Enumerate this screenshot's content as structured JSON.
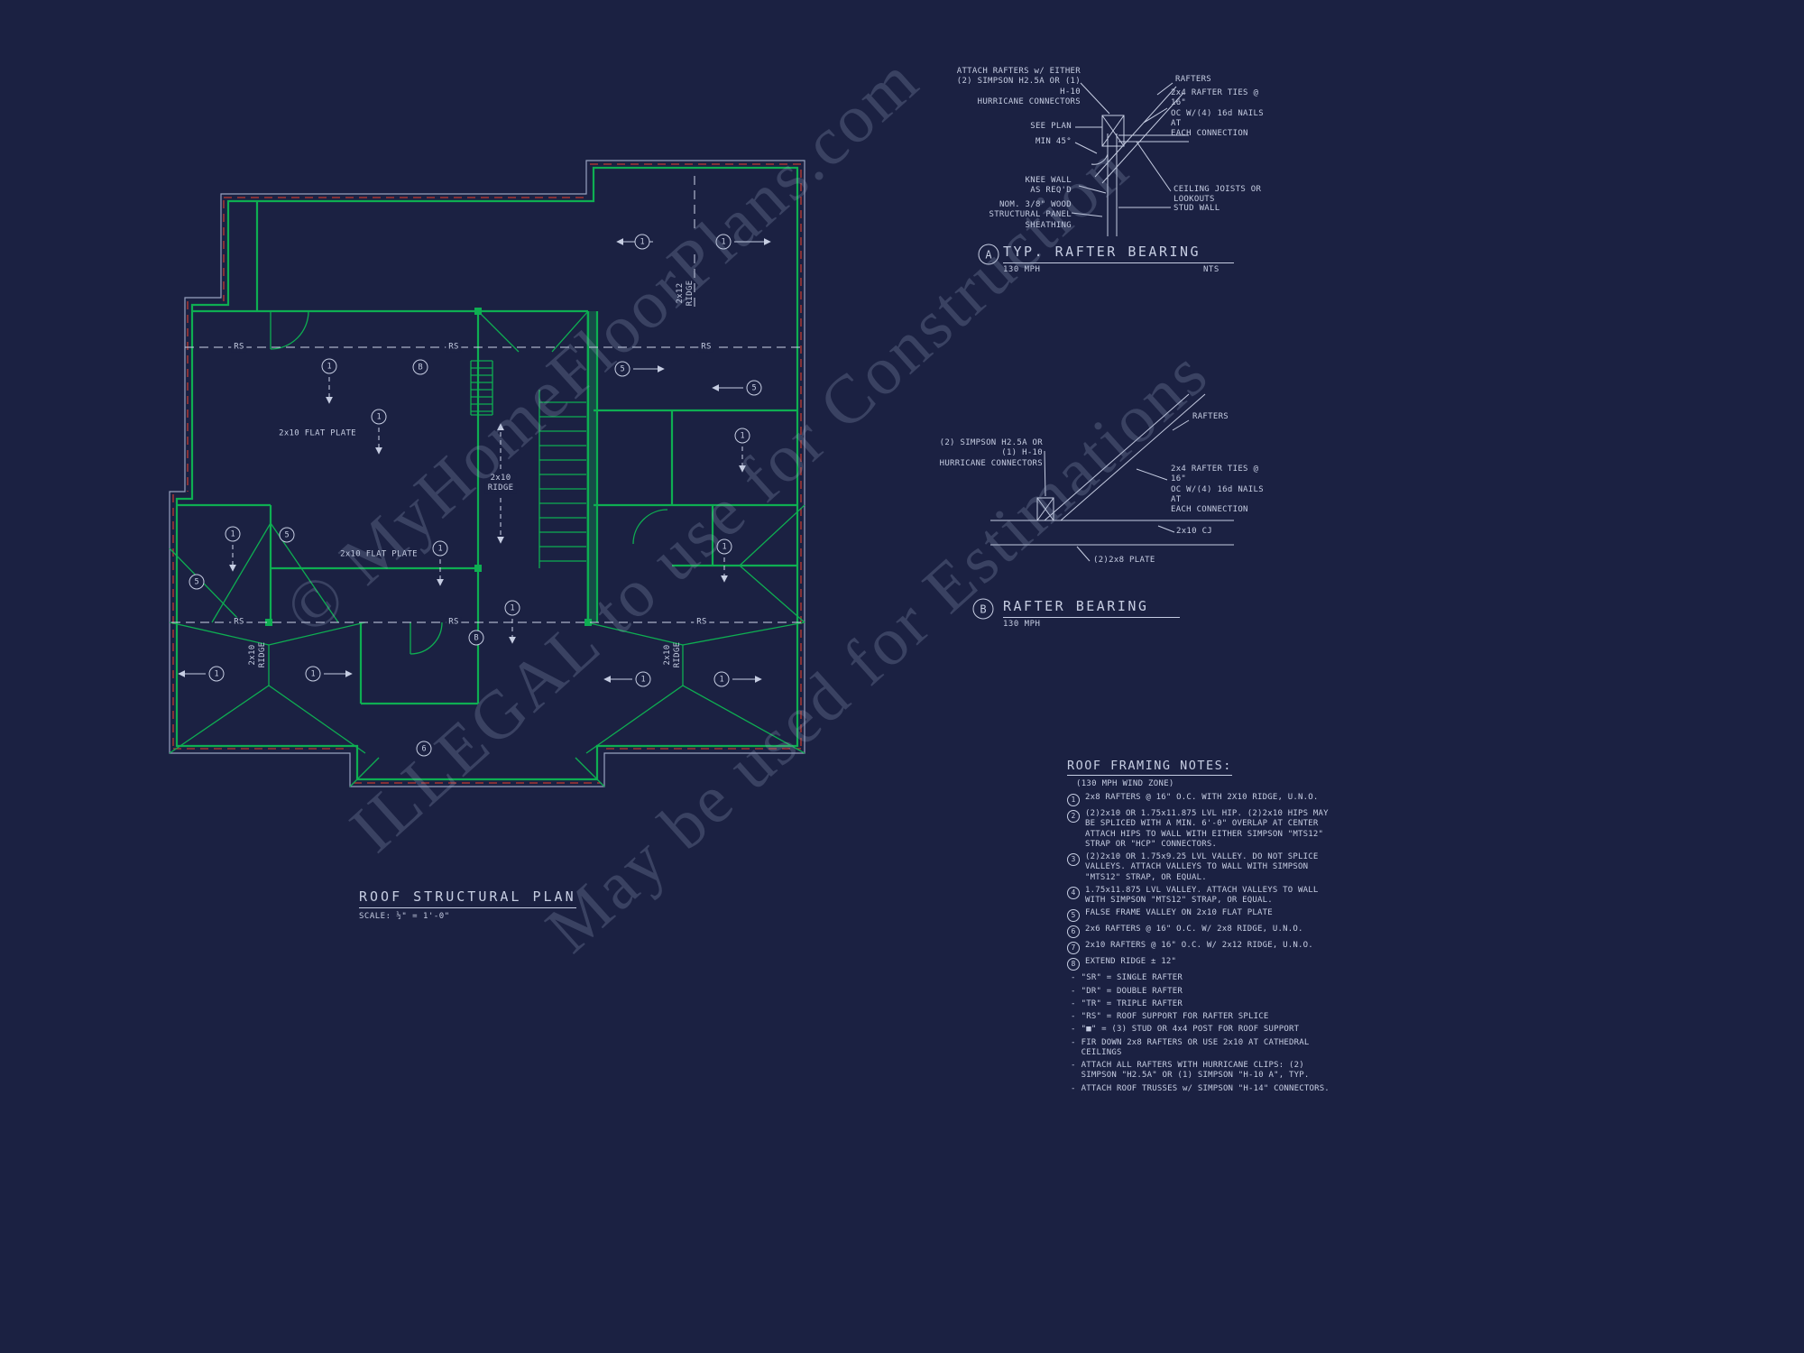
{
  "colors": {
    "background": "#1b2142",
    "wall_green": "#0eae52",
    "bearing_red": "#bf3a30",
    "line_gray": "#98a2c0",
    "text": "#c6cde2"
  },
  "watermark": {
    "line1": "© MyHomeFloorPlans.com",
    "line2": "ILLEGAL to use for Construction",
    "line3": "May be used for Estimations"
  },
  "title_block": {
    "title": "ROOF STRUCTURAL PLAN",
    "scale": "SCALE: ½\" = 1'-0\""
  },
  "plan": {
    "rs": "RS",
    "flat_plate": "2x10 FLAT PLATE",
    "ridge_2x10_stacked": "2x10\nRIDGE",
    "ridge_2x12_stacked": "2x12\nRIDGE",
    "callouts": {
      "one": "1",
      "five": "5",
      "six": "6",
      "b": "B"
    }
  },
  "detail_a": {
    "attach_rafters": "ATTACH RAFTERS w/ EITHER\n(2) SIMPSON H2.5A OR (1) H-10\nHURRICANE CONNECTORS",
    "rafters": "RAFTERS",
    "rafter_ties": "2x4 RAFTER TIES @ 16\"\nOC W/(4) 16d NAILS AT\nEACH CONNECTION",
    "see_plan": "SEE PLAN",
    "min_45": "MIN 45°",
    "knee_wall": "KNEE WALL\nAS REQ'D",
    "sheathing": "NOM. 3/8\" WOOD\nSTRUCTURAL PANEL\nSHEATHING",
    "ceiling_joists": "CEILING JOISTS OR\nLOOKOUTS",
    "stud_wall": "STUD WALL",
    "letter": "A",
    "title": "TYP. RAFTER BEARING",
    "mph": "130 MPH",
    "nts": "NTS"
  },
  "detail_b": {
    "simpson": "(2) SIMPSON H2.5A OR (1) H-10\nHURRICANE CONNECTORS",
    "rafters": "RAFTERS",
    "rafter_ties": "2x4 RAFTER TIES @ 16\"\nOC W/(4) 16d NAILS AT\nEACH CONNECTION",
    "cj": "2x10 CJ",
    "plate": "(2)2x8 PLATE",
    "letter": "B",
    "title": "RAFTER BEARING",
    "mph": "130 MPH"
  },
  "notes": {
    "title": "ROOF FRAMING NOTES:",
    "subtitle": "(130 MPH WIND ZONE)",
    "dash": "-",
    "items": [
      {
        "num": "1",
        "text": "2x8 RAFTERS @ 16\" O.C. WITH 2X10 RIDGE, U.N.O."
      },
      {
        "num": "2",
        "text": "(2)2x10 OR 1.75x11.875 LVL HIP.  (2)2x10 HIPS MAY BE SPLICED WITH A MIN. 6'-0\" OVERLAP AT CENTER ATTACH HIPS TO WALL WITH EITHER SIMPSON \"MTS12\" STRAP OR \"HCP\" CONNECTORS."
      },
      {
        "num": "3",
        "text": "(2)2x10 OR 1.75x9.25 LVL VALLEY.  DO NOT SPLICE VALLEYS.  ATTACH VALLEYS TO WALL WITH SIMPSON \"MTS12\" STRAP, OR EQUAL."
      },
      {
        "num": "4",
        "text": "1.75x11.875 LVL VALLEY.  ATTACH VALLEYS TO WALL WITH SIMPSON \"MTS12\" STRAP, OR EQUAL."
      },
      {
        "num": "5",
        "text": "FALSE FRAME VALLEY ON 2x10 FLAT PLATE"
      },
      {
        "num": "6",
        "text": "2x6 RAFTERS @ 16\" O.C. W/ 2x8 RIDGE, U.N.O."
      },
      {
        "num": "7",
        "text": "2x10 RAFTERS @ 16\" O.C. W/ 2x12 RIDGE, U.N.O."
      },
      {
        "num": "8",
        "text": "EXTEND RIDGE ± 12\""
      }
    ],
    "bullets": [
      "\"SR\" = SINGLE RAFTER",
      "\"DR\" = DOUBLE RAFTER",
      "\"TR\" = TRIPLE RAFTER",
      "\"RS\" = ROOF SUPPORT FOR RAFTER SPLICE",
      "\"■\" = (3) STUD OR 4x4 POST FOR ROOF SUPPORT",
      "FIR DOWN 2x8 RAFTERS OR USE 2x10 AT CATHEDRAL CEILINGS",
      "ATTACH ALL RAFTERS WITH HURRICANE CLIPS: (2) SIMPSON \"H2.5A\" OR (1) SIMPSON \"H-10 A\", TYP.",
      "ATTACH ROOF TRUSSES w/ SIMPSON \"H-14\" CONNECTORS."
    ]
  }
}
